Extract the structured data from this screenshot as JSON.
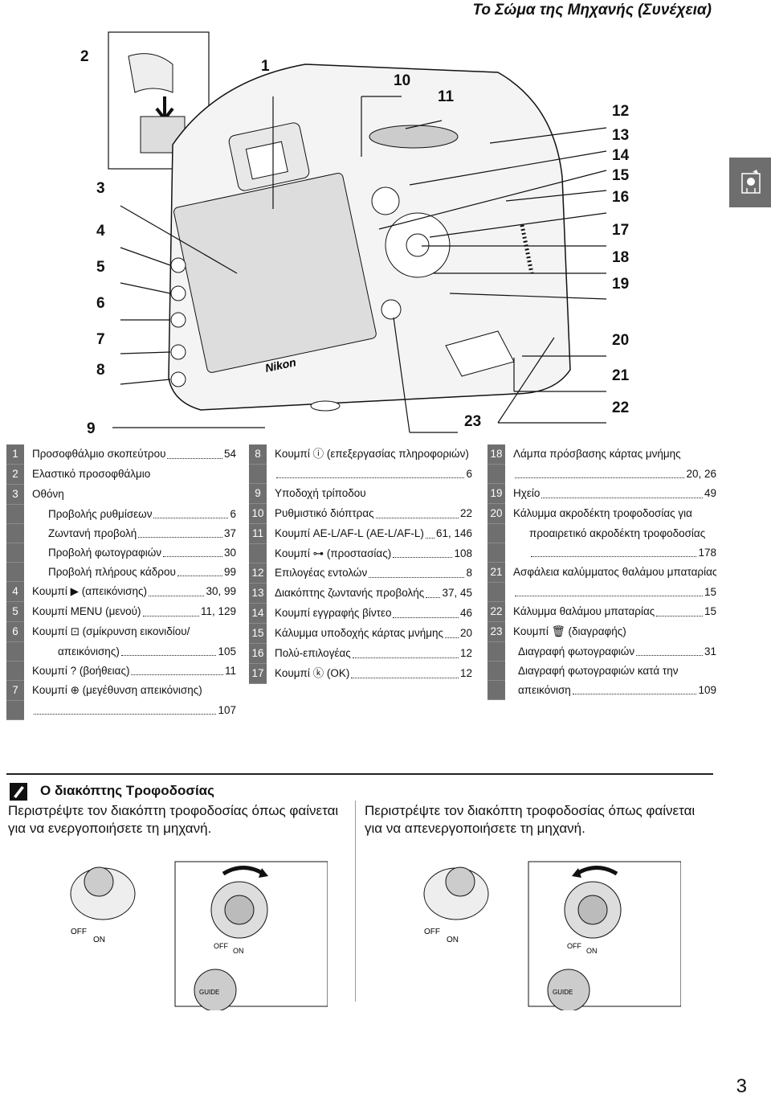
{
  "header": {
    "title": "Το Σώμα της Μηχανής (Συνέχεια)"
  },
  "figure": {
    "callouts": [
      "1",
      "2",
      "3",
      "4",
      "5",
      "6",
      "7",
      "8",
      "9",
      "10",
      "11",
      "12",
      "13",
      "14",
      "15",
      "16",
      "17",
      "18",
      "19",
      "20",
      "21",
      "22",
      "23"
    ],
    "brand": "Nikon"
  },
  "legend": {
    "col1": [
      {
        "num": "1",
        "label": "Προσοφθάλμιο σκοπεύτρου",
        "page": "54"
      },
      {
        "num": "2",
        "label": "Ελαστικό προσοφθάλμιο",
        "page": ""
      },
      {
        "num": "3",
        "label": "Οθόνη",
        "page": ""
      },
      {
        "num": "",
        "label": "Προβολής ρυθμίσεων",
        "page": "6"
      },
      {
        "num": "",
        "label": "Ζωντανή προβολή",
        "page": "37"
      },
      {
        "num": "",
        "label": "Προβολή φωτογραφιών",
        "page": "30"
      },
      {
        "num": "",
        "label": "Προβολή πλήρους κάδρου",
        "page": "99"
      },
      {
        "num": "4",
        "label": "Κουμπί ▶ (απεικόνισης)",
        "page": "30, 99"
      },
      {
        "num": "5",
        "label": "Κουμπί MENU (μενού)",
        "page": "11, 129"
      },
      {
        "num": "6",
        "label": "Κουμπί ⊡ (σμίκρυνση εικονιδίου/",
        "page": ""
      },
      {
        "num": "",
        "label": "απεικόνισης)",
        "page": "105"
      },
      {
        "num": "",
        "label": "Κουμπί ? (βοήθειας)",
        "page": "11"
      },
      {
        "num": "7",
        "label": "Κουμπί ⊕ (μεγέθυνση απεικόνισης)",
        "page": ""
      },
      {
        "num": "",
        "label": "",
        "page": "107"
      }
    ],
    "col2": [
      {
        "num": "8",
        "label": "Κουμπί ⓘ (επεξεργασίας πληροφοριών)",
        "page": ""
      },
      {
        "num": "",
        "label": "",
        "page": "6"
      },
      {
        "num": "9",
        "label": "Υποδοχή τρίποδου",
        "page": ""
      },
      {
        "num": "10",
        "label": "Ρυθμιστικό διόπτρας",
        "page": "22"
      },
      {
        "num": "11",
        "label": "Κουμπί AE-L/AF-L (AE-L/AF-L)",
        "page": "61, 146"
      },
      {
        "num": "",
        "label": "Κουμπί ⊶ (προστασίας)",
        "page": "108"
      },
      {
        "num": "12",
        "label": "Επιλογέας εντολών",
        "page": "8"
      },
      {
        "num": "13",
        "label": "Διακόπτης ζωντανής προβολής",
        "page": "37, 45"
      },
      {
        "num": "14",
        "label": "Κουμπί εγγραφής βίντεο",
        "page": "46"
      },
      {
        "num": "15",
        "label": "Κάλυμμα υποδοχής κάρτας μνήμης",
        "page": "20"
      },
      {
        "num": "16",
        "label": "Πολύ-επιλογέας",
        "page": "12"
      },
      {
        "num": "17",
        "label": "Κουμπί ⓚ (OK)",
        "page": "12"
      }
    ],
    "col3": [
      {
        "num": "18",
        "label": "Λάμπα πρόσβασης κάρτας μνήμης",
        "page": ""
      },
      {
        "num": "",
        "label": "",
        "page": "20, 26"
      },
      {
        "num": "19",
        "label": "Ηχείο",
        "page": "49"
      },
      {
        "num": "20",
        "label": "Κάλυμμα ακροδέκτη τροφοδοσίας για",
        "page": ""
      },
      {
        "num": "",
        "label": "προαιρετικό ακροδέκτη τροφοδοσίας",
        "page": ""
      },
      {
        "num": "",
        "label": "",
        "page": "178"
      },
      {
        "num": "21",
        "label": "Ασφάλεια καλύμματος θαλάμου μπαταρίας",
        "page": ""
      },
      {
        "num": "",
        "label": "",
        "page": "15"
      },
      {
        "num": "22",
        "label": "Κάλυμμα θαλάμου μπαταρίας",
        "page": "15"
      },
      {
        "num": "23",
        "label": "Κουμπί 🗑 (διαγραφής)",
        "page": ""
      },
      {
        "num": "",
        "label": "Διαγραφή φωτογραφιών",
        "page": "31"
      },
      {
        "num": "",
        "label": "Διαγραφή φωτογραφιών κατά την",
        "page": ""
      },
      {
        "num": "",
        "label": "απεικόνιση",
        "page": "109"
      }
    ]
  },
  "tip": {
    "title": "Ο διακόπτης Τροφοδοσίας",
    "left_text": "Περιστρέψτε τον διακόπτη τροφοδοσίας όπως φαίνεται για να ενεργοποιήσετε τη μηχανή.",
    "right_text": "Περιστρέψτε τον διακόπτη τροφοδοσίας όπως φαίνεται για να απενεργοποιήσετε τη μηχανή.",
    "off_label": "OFF",
    "on_label": "ON",
    "guide_label": "GUIDE"
  },
  "page_number": "3"
}
